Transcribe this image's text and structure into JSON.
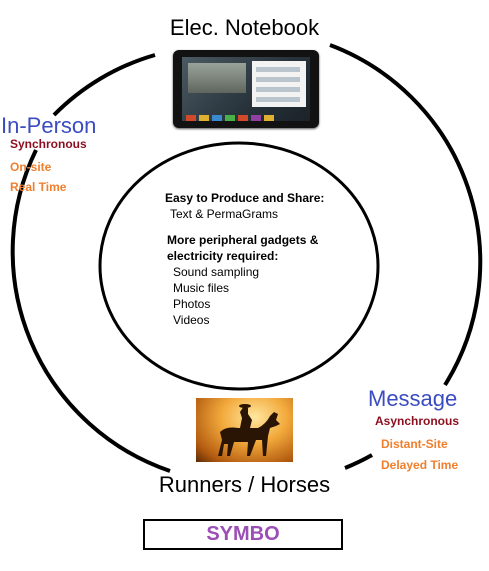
{
  "diagram": {
    "top_title": "Elec. Notebook",
    "bottom_title": "Runners / Horses",
    "left": {
      "heading": "In-Person",
      "sub": "Synchronous",
      "lines": [
        "On-site",
        "Real Time"
      ]
    },
    "right": {
      "heading": "Message",
      "sub": "Asynchronous",
      "lines": [
        "Distant-Site",
        "Delayed Time"
      ]
    },
    "center": {
      "heading1": "Easy to Produce and Share:",
      "line1": "Text  & PermaGrams",
      "heading2a": "More peripheral gadgets  &",
      "heading2b": "electricity required:",
      "items": [
        "Sound sampling",
        "Music files",
        "Photos",
        "Videos"
      ]
    },
    "footer_label": "SYMBO"
  },
  "colors": {
    "heading_blue": "#3b4cc0",
    "sub_dark_red": "#8b0f1e",
    "detail_orange": "#f07f2d",
    "footer_purple": "#9b4fb6"
  },
  "images": {
    "top": "tablet-computer-image",
    "bottom": "horse-rider-silhouette-image"
  }
}
